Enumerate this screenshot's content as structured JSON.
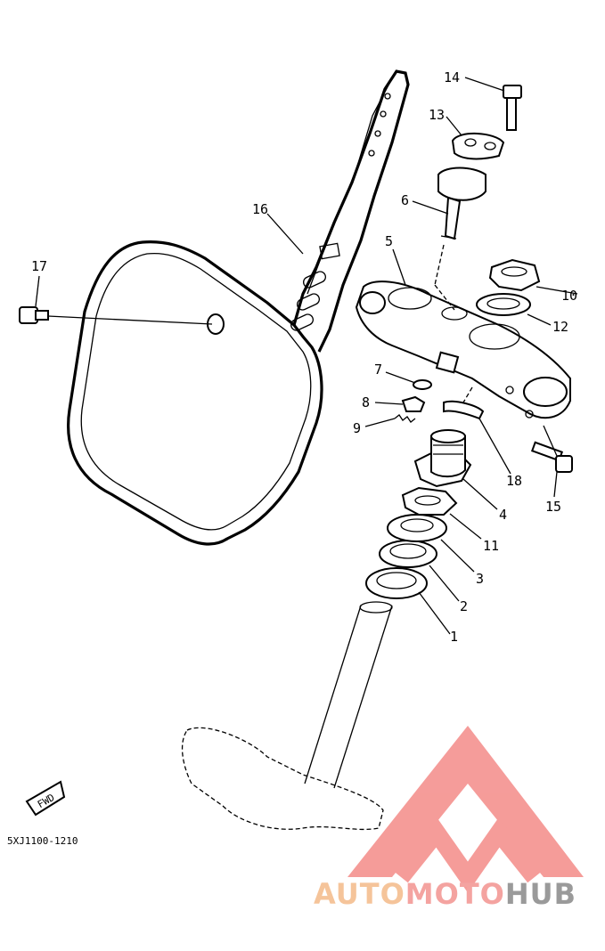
{
  "callouts": [
    {
      "id": "1",
      "label": "1"
    },
    {
      "id": "2",
      "label": "2"
    },
    {
      "id": "3",
      "label": "3"
    },
    {
      "id": "4",
      "label": "4"
    },
    {
      "id": "5",
      "label": "5"
    },
    {
      "id": "6",
      "label": "6"
    },
    {
      "id": "7",
      "label": "7"
    },
    {
      "id": "8",
      "label": "8"
    },
    {
      "id": "9",
      "label": "9"
    },
    {
      "id": "10",
      "label": "10"
    },
    {
      "id": "11",
      "label": "11"
    },
    {
      "id": "12",
      "label": "12"
    },
    {
      "id": "13",
      "label": "13"
    },
    {
      "id": "14",
      "label": "14"
    },
    {
      "id": "15",
      "label": "15"
    },
    {
      "id": "16",
      "label": "16"
    },
    {
      "id": "17",
      "label": "17"
    },
    {
      "id": "18",
      "label": "18"
    }
  ],
  "fwd_marker": "FWD",
  "diagram_code": "5XJ1100-1210",
  "watermark": {
    "part1": "AUTO",
    "part2": "MOTO",
    "part3": "HUB",
    "color_auto": "#f5c49a",
    "color_moto": "#f4a3a0",
    "color_hub": "#9a9a9a",
    "triangle_color": "#f27b78"
  }
}
